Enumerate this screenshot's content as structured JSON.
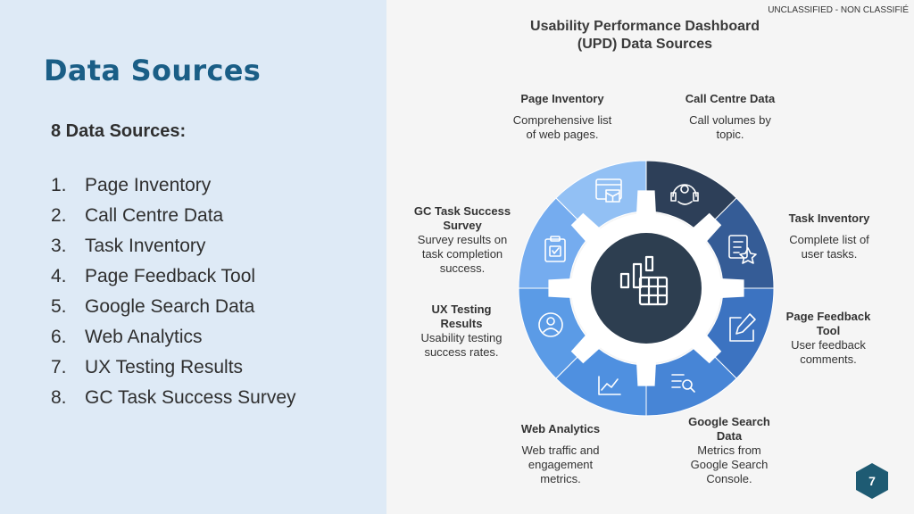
{
  "classification": "UNCLASSIFIED - NON CLASSIFIÉ",
  "slide_title": "Data Sources",
  "list_heading": "8 Data Sources:",
  "sources": [
    {
      "num": "1.",
      "label": "Page Inventory"
    },
    {
      "num": "2.",
      "label": "Call Centre Data"
    },
    {
      "num": "3.",
      "label": "Task Inventory"
    },
    {
      "num": "4.",
      "label": "Page Feedback Tool"
    },
    {
      "num": "5.",
      "label": "Google Search Data"
    },
    {
      "num": "6.",
      "label": "Web Analytics"
    },
    {
      "num": "7.",
      "label": "UX Testing Results"
    },
    {
      "num": "8.",
      "label": "GC Task Success Survey"
    }
  ],
  "infographic": {
    "title_line1": "Usability Performance Dashboard",
    "title_line2": "(UPD) Data Sources",
    "segments": [
      {
        "title": "Page Inventory",
        "desc": "Comprehensive list of web pages."
      },
      {
        "title": "Call Centre Data",
        "desc": "Call volumes by topic."
      },
      {
        "title": "Task Inventory",
        "desc": "Complete list of user tasks."
      },
      {
        "title": "Page Feedback Tool",
        "desc": "User feedback comments."
      },
      {
        "title": "Google Search Data",
        "desc": "Metrics from Google Search Console."
      },
      {
        "title": "Web Analytics",
        "desc": "Web traffic and engagement metrics."
      },
      {
        "title": "UX Testing Results",
        "desc": "Usability testing success rates."
      },
      {
        "title": "GC Task Success Survey",
        "desc": "Survey results on task completion success."
      }
    ],
    "colors": [
      "#2d3f58",
      "#355c96",
      "#3c73c1",
      "#4785d6",
      "#4f90e0",
      "#5b9be6",
      "#75acef",
      "#92c0f4"
    ],
    "center_color": "#2d3e50"
  },
  "page_number": "7",
  "page_badge_color": "#1e5b73"
}
